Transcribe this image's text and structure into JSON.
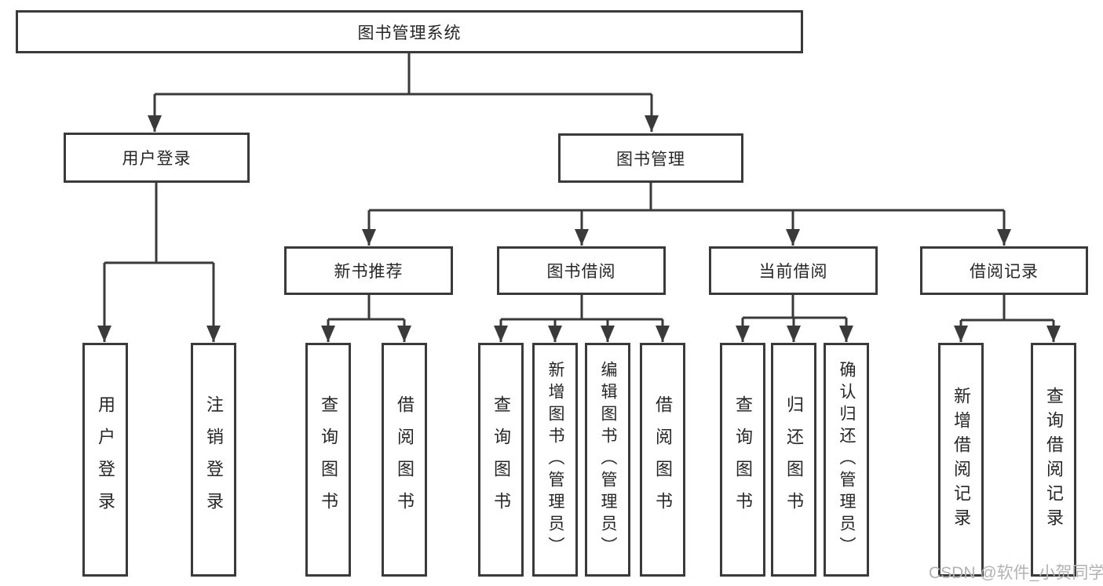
{
  "diagram": {
    "root": {
      "label": "图书管理系统"
    },
    "branches": [
      {
        "label": "用户登录"
      },
      {
        "label": "图书管理"
      }
    ],
    "modules": [
      {
        "label": "新书推荐",
        "parent": "图书管理"
      },
      {
        "label": "图书借阅",
        "parent": "图书管理"
      },
      {
        "label": "当前借阅",
        "parent": "图书管理"
      },
      {
        "label": "借阅记录",
        "parent": "图书管理"
      }
    ],
    "leaves": [
      {
        "label": "用户登录",
        "parent": "用户登录"
      },
      {
        "label": "注销登录",
        "parent": "用户登录"
      },
      {
        "label": "查询图书",
        "parent": "新书推荐"
      },
      {
        "label": "借阅图书",
        "parent": "新书推荐"
      },
      {
        "label": "查询图书",
        "parent": "图书借阅"
      },
      {
        "label": "新增图书（管理员）",
        "parent": "图书借阅"
      },
      {
        "label": "编辑图书（管理员）",
        "parent": "图书借阅"
      },
      {
        "label": "借阅图书",
        "parent": "图书借阅"
      },
      {
        "label": "查询图书",
        "parent": "当前借阅"
      },
      {
        "label": "归还图书",
        "parent": "当前借阅"
      },
      {
        "label": "确认归还（管理员）",
        "parent": "当前借阅"
      },
      {
        "label": "新增借阅记录",
        "parent": "借阅记录"
      },
      {
        "label": "查询借阅记录",
        "parent": "借阅记录"
      }
    ]
  },
  "watermark": {
    "text": "CSDN @软件_小贺同学"
  },
  "colors": {
    "line": "#3a3a3a",
    "text": "#262626",
    "watermark": "#b2b2b2",
    "background": "#ffffff"
  }
}
